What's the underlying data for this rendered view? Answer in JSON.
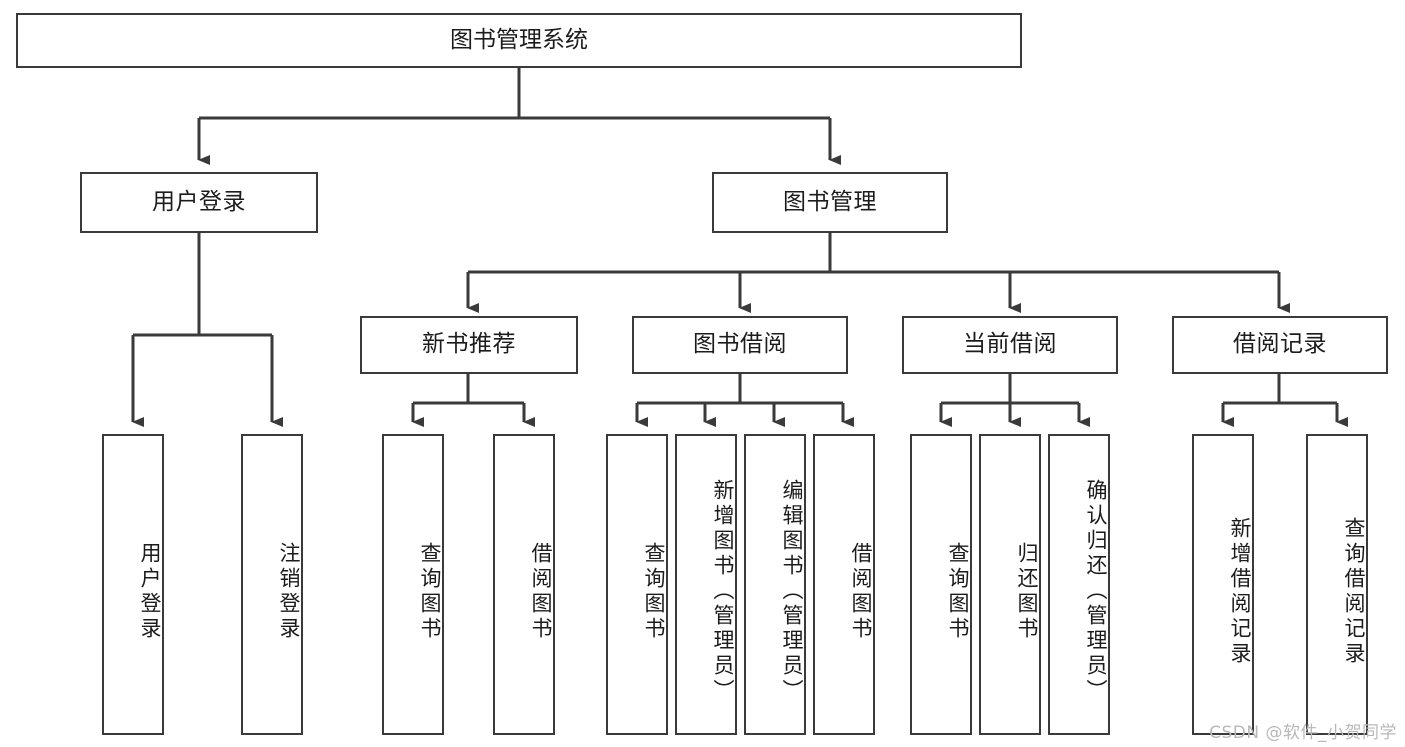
{
  "diagram": {
    "title": "图书管理系统",
    "type": "tree-hierarchy",
    "watermark": "CSDN @软件_小贺同学",
    "colors": {
      "box_border": "#3a3a3a",
      "box_fill": "#ffffff",
      "connector": "#3a3a3a",
      "text": "#1c1c1c",
      "watermark": "#b9b9b9",
      "background": "#ffffff"
    },
    "root": {
      "label": "图书管理系统"
    },
    "level2": [
      {
        "id": "user-login",
        "label": "用户登录"
      },
      {
        "id": "book-manage",
        "label": "图书管理"
      }
    ],
    "level3": [
      {
        "id": "new-book-recommend",
        "label": "新书推荐"
      },
      {
        "id": "book-borrow",
        "label": "图书借阅"
      },
      {
        "id": "current-borrow",
        "label": "当前借阅"
      },
      {
        "id": "borrow-record",
        "label": "借阅记录"
      }
    ],
    "leaves": {
      "user_login": [
        {
          "id": "leaf-user-login",
          "label": "用户登录"
        },
        {
          "id": "leaf-user-logout",
          "label": "注销登录"
        }
      ],
      "new_book_recommend": [
        {
          "id": "leaf-query-book-1",
          "label": "查询图书"
        },
        {
          "id": "leaf-borrow-book-1",
          "label": "借阅图书"
        }
      ],
      "book_borrow": [
        {
          "id": "leaf-query-book-2",
          "label": "查询图书"
        },
        {
          "id": "leaf-add-book",
          "label": "新增图书（管理员）"
        },
        {
          "id": "leaf-edit-book",
          "label": "编辑图书（管理员）"
        },
        {
          "id": "leaf-borrow-book-2",
          "label": "借阅图书"
        }
      ],
      "current_borrow": [
        {
          "id": "leaf-query-book-3",
          "label": "查询图书"
        },
        {
          "id": "leaf-return-book",
          "label": "归还图书"
        },
        {
          "id": "leaf-confirm-return",
          "label": "确认归还（管理员）"
        }
      ],
      "borrow_record": [
        {
          "id": "leaf-add-record",
          "label": "新增借阅记录"
        },
        {
          "id": "leaf-query-record",
          "label": "查询借阅记录"
        }
      ]
    }
  }
}
